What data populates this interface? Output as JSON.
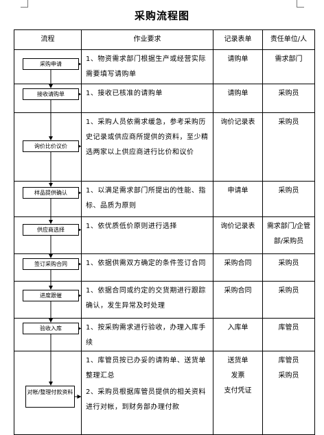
{
  "title": "采购流程图",
  "headers": {
    "flow": "流程",
    "requirements": "作业要求",
    "records": "记录表单",
    "responsible": "责任单位/人"
  },
  "rows": [
    {
      "step": "采购申请",
      "requirements": "1、物资需求部门根据生产或经营实际需要填写请购单",
      "records": [
        "请购单"
      ],
      "responsible": [
        "需求部门"
      ]
    },
    {
      "step": "接收请购单",
      "requirements": "1、接收已核准的请购单",
      "records": [
        "请购单"
      ],
      "responsible": [
        "采购员"
      ]
    },
    {
      "step": "询价比价议价",
      "requirements": "1、采购人员依需求缓急，参考采购历史记录或供应商所提供的资料，至少精选两家以上供应商进行比价和议价",
      "records": [
        "询价记录表"
      ],
      "responsible": [
        "采购员"
      ]
    },
    {
      "step": "样品提供确认",
      "requirements": "1、以满足需求部门所提出的性能、指标、品质为原则",
      "records": [
        "申请单"
      ],
      "responsible": [
        "采购员"
      ]
    },
    {
      "step": "供应商选择",
      "requirements": "1、依优质低价原则进行选择",
      "records": [
        "询价记录表"
      ],
      "responsible": [
        "需求部门/企管部/采购员"
      ]
    },
    {
      "step": "签订采购合同",
      "requirements": "1、依据供需双方确定的条件签订合同",
      "records": [
        "采购合同"
      ],
      "responsible": [
        "采购员"
      ]
    },
    {
      "step": "进度跟催",
      "requirements": "1、依据合同或约定的交货期进行跟踪确认，发生异常及时处理",
      "records": [
        "采购合同"
      ],
      "responsible": [
        "采购员"
      ]
    },
    {
      "step": "验收入库",
      "requirements": "1、按采购需求进行验收，办理入库手续",
      "records": [
        "入库单"
      ],
      "responsible": [
        "库管员"
      ]
    },
    {
      "step": "对帐/整理付款资料",
      "requirements": "1、库管员按已办妥的请购单、送货单整理汇总\n2、采购员根据库管员提供的相关资料进行对帐，到财务部办理付款",
      "records": [
        "送货单",
        "发票",
        "支付凭证"
      ],
      "responsible": [
        "库管员",
        "采购员"
      ]
    }
  ]
}
